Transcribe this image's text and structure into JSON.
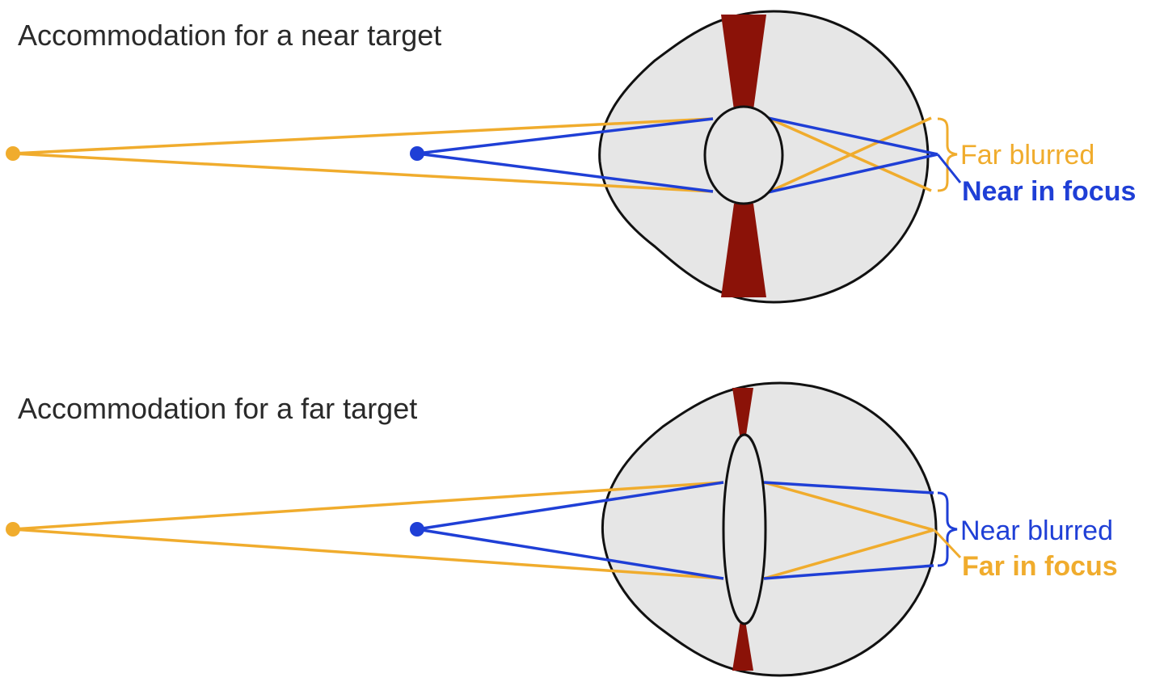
{
  "colors": {
    "near": "#1f3fd6",
    "far": "#f0ac2d",
    "iris": "#8b1208",
    "eye_fill": "#e6e6e6",
    "outline": "#111111",
    "title_text": "#2a2a2a"
  },
  "panels": [
    {
      "title": "Accommodation for a near target",
      "labels": {
        "far": "Far blurred",
        "near": "Near in focus"
      },
      "lens_state": "thick",
      "focused": "near"
    },
    {
      "title": "Accommodation for a far target",
      "labels": {
        "near": "Near blurred",
        "far": "Far in focus"
      },
      "lens_state": "thin",
      "focused": "far"
    }
  ]
}
